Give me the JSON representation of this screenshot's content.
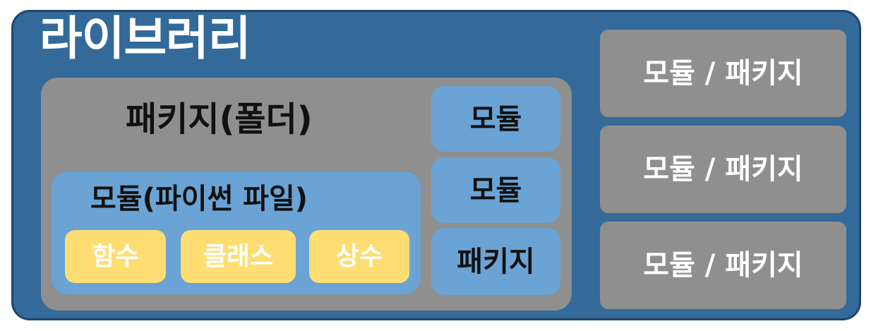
{
  "library": {
    "title": "라이브러리"
  },
  "package": {
    "title": "패키지(폴더)",
    "module_file": {
      "title": "모듈(파이썬 파일)",
      "items": [
        "함수",
        "클래스",
        "상수"
      ]
    },
    "side_items": [
      "모듈",
      "모듈",
      "패키지"
    ]
  },
  "right_boxes": [
    "모듈 / 패키지",
    "모듈 / 패키지",
    "모듈 / 패키지"
  ],
  "colors": {
    "library_bg": "#336a9a",
    "package_bg": "#8f8f8f",
    "module_bg": "#6aa3d4",
    "item_bg": "#fede73"
  }
}
